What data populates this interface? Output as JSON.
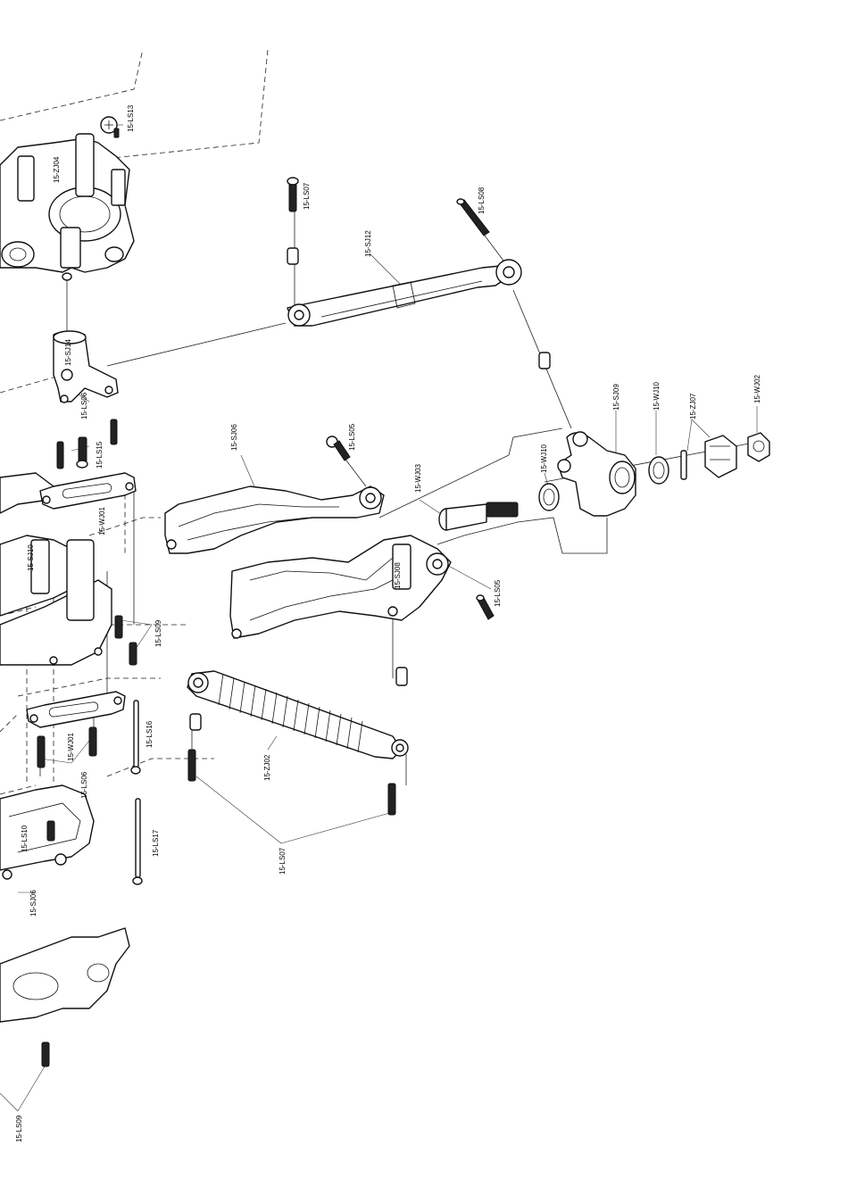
{
  "diagram": {
    "labels": {
      "zj04": "15-ZJ04",
      "ls13": "15-LS13",
      "ls07_top": "15-LS07",
      "sj12": "15-SJ12",
      "ls08": "15-LS08",
      "sj14": "15-SJ14",
      "ls06_upper": "15-LS06",
      "ls15": "15-LS15",
      "sj06_upper": "15-SJ06",
      "ls05_upper": "15-LS05",
      "wj03": "15-WJ03",
      "wj10_a": "15-WJ10",
      "sj09": "15-SJ09",
      "wj10_b": "15-WJ10",
      "zj07": "15-ZJ07",
      "wj02": "15-WJ02",
      "wj01_upper": "15-WJ01",
      "sj10": "15-SJ10",
      "sj08": "15-SJ08",
      "ls05_lower": "15-LS05",
      "ls09_mid": "15-LS09",
      "ls16": "15-LS16",
      "wj01_lower": "15-WJ01",
      "ls06_lower": "15-LS06",
      "zj02": "15-ZJ02",
      "ls10": "15-LS10",
      "ls17": "15-LS17",
      "ls07_bottom": "15-LS07",
      "sj06_lower": "15-SJ06",
      "ls09_bottom": "15-LS09"
    }
  }
}
